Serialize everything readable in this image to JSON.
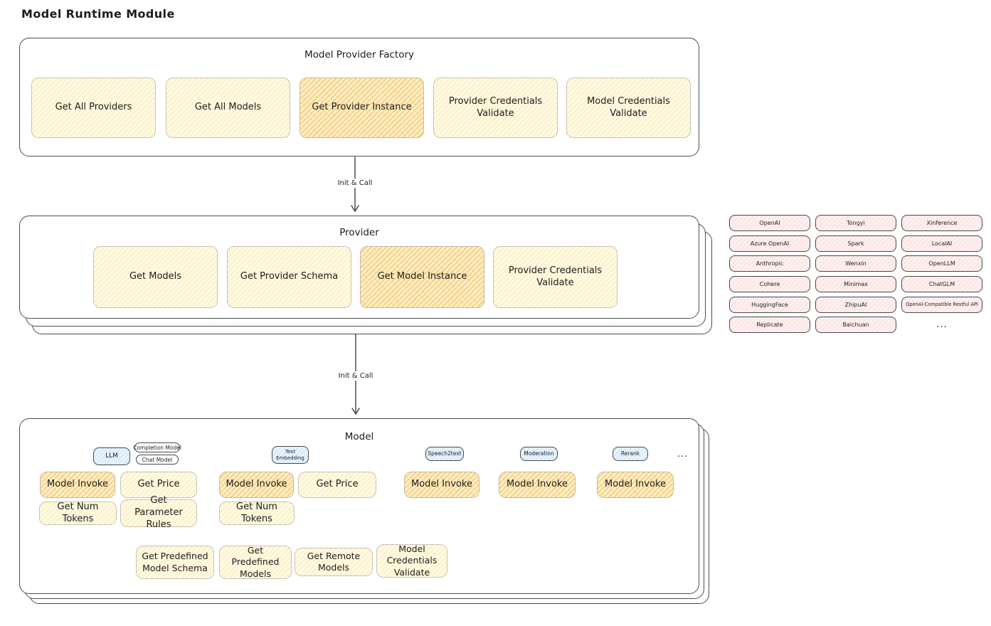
{
  "title": "Model Runtime Module",
  "colors": {
    "yellow": "#ffec99",
    "orange": "#ffc078",
    "pink": "#ffc9c9",
    "blue": "#a5d8ff",
    "stroke": "#343a40"
  },
  "arrows": [
    {
      "label": "Init & Call"
    },
    {
      "label": "Init & Call"
    }
  ],
  "factory": {
    "title": "Model Provider Factory",
    "buttons": [
      {
        "label": "Get All Providers",
        "highlighted": false
      },
      {
        "label": "Get All Models",
        "highlighted": false
      },
      {
        "label": "Get Provider Instance",
        "highlighted": true
      },
      {
        "label": "Provider Credentials Validate",
        "highlighted": false
      },
      {
        "label": "Model Credentials Validate",
        "highlighted": false
      }
    ]
  },
  "provider": {
    "title": "Provider",
    "buttons": [
      {
        "label": "Get Models",
        "highlighted": false
      },
      {
        "label": "Get Provider Schema",
        "highlighted": false
      },
      {
        "label": "Get Model Instance",
        "highlighted": true
      },
      {
        "label": "Provider Credentials Validate",
        "highlighted": false
      }
    ]
  },
  "providers_grid": {
    "rows": [
      [
        "OpenAI",
        "Tongyi",
        "Xinference"
      ],
      [
        "Azure OpenAI",
        "Spark",
        "LocalAI"
      ],
      [
        "Anthropic",
        "Wenxin",
        "OpenLLM"
      ],
      [
        "Cohere",
        "Minimax",
        "ChatGLM"
      ],
      [
        "HuggingFace",
        "ZhipuAI",
        "OpenAI-Compatible Restful API"
      ],
      [
        "Replicate",
        "Baichuan"
      ]
    ],
    "more_label": "..."
  },
  "model": {
    "title": "Model",
    "more_label": "...",
    "groups": [
      {
        "tag": "LLM",
        "sub_tags": [
          "Completion Model",
          "Chat Model"
        ],
        "buttons": [
          {
            "label": "Model Invoke",
            "highlighted": true
          },
          {
            "label": "Get Price",
            "highlighted": false
          },
          {
            "label": "Get Num Tokens",
            "highlighted": false
          },
          {
            "label": "Get Parameter Rules",
            "highlighted": false
          }
        ]
      },
      {
        "tag": "Text Embedding",
        "buttons": [
          {
            "label": "Model Invoke",
            "highlighted": true
          },
          {
            "label": "Get Price",
            "highlighted": false
          },
          {
            "label": "Get Num Tokens",
            "highlighted": false
          }
        ]
      },
      {
        "tag": "Speech2text",
        "buttons": [
          {
            "label": "Model Invoke",
            "highlighted": true
          }
        ]
      },
      {
        "tag": "Moderation",
        "buttons": [
          {
            "label": "Model Invoke",
            "highlighted": true
          }
        ]
      },
      {
        "tag": "Rerank",
        "buttons": [
          {
            "label": "Model Invoke",
            "highlighted": true
          }
        ]
      }
    ],
    "shared_buttons": [
      {
        "label": "Get Predefined Model Schema"
      },
      {
        "label": "Get Predefined Models"
      },
      {
        "label": "Get Remote Models"
      },
      {
        "label": "Model Credentials Validate"
      }
    ]
  }
}
